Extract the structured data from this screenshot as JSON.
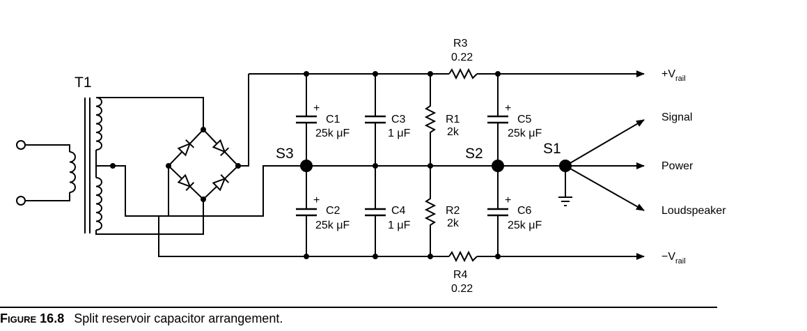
{
  "labels": {
    "T1": "T1",
    "S1": "S1",
    "S2": "S2",
    "S3": "S3",
    "C1": "C1",
    "C1v": "25k μF",
    "C2": "C2",
    "C2v": "25k μF",
    "C3": "C3",
    "C3v": "1 μF",
    "C4": "C4",
    "C4v": "1 μF",
    "C5": "C5",
    "C5v": "25k μF",
    "C6": "C6",
    "C6v": "25k μF",
    "R1": "R1",
    "R1v": "2k",
    "R2": "R2",
    "R2v": "2k",
    "R3": "R3",
    "R3v": "0.22",
    "R4": "R4",
    "R4v": "0.22",
    "plus": "+"
  },
  "outputs": {
    "vrail_pos_sign": "+V",
    "vrail_neg_sign": "−V",
    "rail_sub": "rail",
    "signal": "Signal",
    "power": "Power",
    "loudspeaker": "Loudspeaker"
  },
  "caption": {
    "figure": "Figure 16.8",
    "text": "Split reservoir capacitor arrangement."
  }
}
